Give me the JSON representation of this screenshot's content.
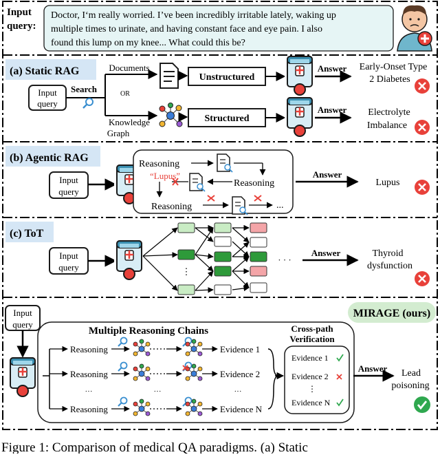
{
  "query": {
    "label_line1": "Input",
    "label_line2": "query:",
    "text_line1": "Doctor, I‘m really worried. I’ve been incredibly irritable lately, waking up",
    "text_line2": "multiple times to urinate, and having constant face and eye pain. I also",
    "text_line3": "found this lump on my knee... What could this be?"
  },
  "input_query": {
    "line1": "Input",
    "line2": "query"
  },
  "static_rag": {
    "title": "(a) Static RAG",
    "search": "Search",
    "or": "OR",
    "documents": "Documents",
    "kg_line1": "Knowledge",
    "kg_line2": "Graph",
    "unstructured": "Unstructured",
    "structured": "Structured",
    "answer": "Answer",
    "answer1_line1": "Early-Onset Type",
    "answer1_line2": "2 Diabetes",
    "answer2_line1": "Electrolyte",
    "answer2_line2": "Imbalance"
  },
  "agentic_rag": {
    "title": "(b) Agentic RAG",
    "reasoning": "Reasoning",
    "lupus_tag": "“Lupus”",
    "ellipsis": "...",
    "answer": "Answer",
    "result": "Lupus"
  },
  "tot": {
    "title": "(c) ToT",
    "dots": "· · ·",
    "vdots": "⋮",
    "answer": "Answer",
    "result_line1": "Thyroid",
    "result_line2": "dysfunction"
  },
  "mirage": {
    "badge": "MIRAGE (ours)",
    "chains_title": "Multiple Reasoning Chains",
    "reasoning": "Reasoning",
    "dots": "···",
    "evidence": [
      "Evidence 1",
      "Evidence 2",
      "Evidence N"
    ],
    "vdots": "⋮",
    "verify_line1": "Cross-path",
    "verify_line2": "Verification",
    "verify_items": [
      "Evidence 1",
      "Evidence 2",
      "Evidence N"
    ],
    "answer": "Answer",
    "result_line1": "Lead",
    "result_line2": "poisoning"
  },
  "caption": "Figure 1: Comparison of medical QA paradigms. (a) Static"
}
